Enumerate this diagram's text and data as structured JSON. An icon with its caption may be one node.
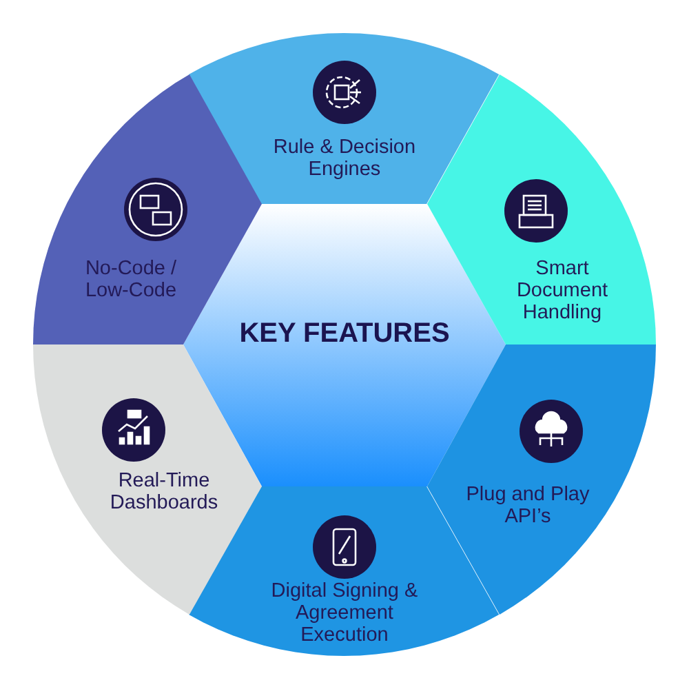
{
  "diagram": {
    "nodes": [
      {
        "text": [
          "KEY FEATURES"
        ]
      },
      {
        "text": [
          "Rule & Decision Engines"
        ]
      },
      {
        "text": [
          "Smart Document Handling"
        ]
      },
      {
        "text": [
          "Plug and Play API’s"
        ]
      },
      {
        "text": [
          "Digital Signing & Agreement Execution"
        ]
      },
      {
        "text": [
          "Real-Time Dashboards"
        ]
      },
      {
        "text": [
          "No-Code / Low-Code"
        ]
      }
    ]
  }
}
